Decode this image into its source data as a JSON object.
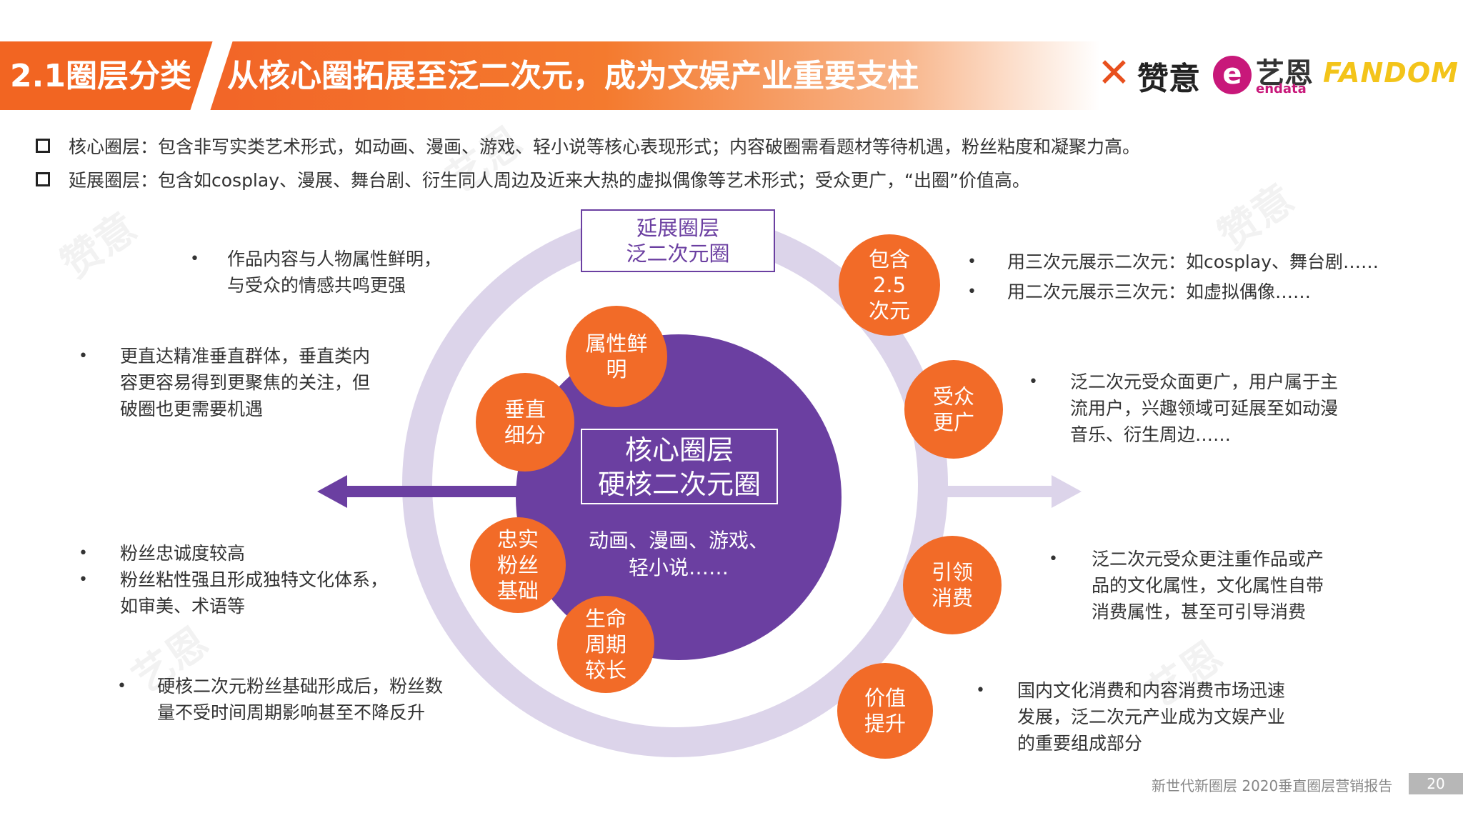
{
  "header": {
    "section": "2.1圈层分类",
    "title": "从核心圈拓展至泛二次元，成为文娱产业重要支柱"
  },
  "logos": {
    "zanyi": "赞意",
    "yien": "艺恩",
    "endata": "endata",
    "fandom": "FANDOM",
    "e_mark": "e"
  },
  "intro": [
    "核心圈层：包含非写实类艺术形式，如动画、漫画、游戏、轻小说等核心表现形式；内容破圈需看题材等待机遇，粉丝粘度和凝聚力高。",
    "延展圈层：包含如cosplay、漫展、舞台剧、衍生同人周边及近来大热的虚拟偶像等艺术形式；受众更广，“出圈”价值高。"
  ],
  "diagram": {
    "outer_label_1": "延展圈层",
    "outer_label_2": "泛二次元圈",
    "core_label_1": "核心圈层",
    "core_label_2": "硬核二次元圈",
    "core_desc_1": "动画、漫画、游戏、",
    "core_desc_2": "轻小说……",
    "inner_bubbles": [
      "属性鲜明",
      "垂直细分",
      "忠实粉丝基础",
      "生命周期较长"
    ],
    "outer_bubbles": [
      "包含2.5次元",
      "受众更广",
      "引领消费",
      "价值提升"
    ]
  },
  "left_notes": {
    "n1": [
      "作品内容与人物属性鲜明，",
      "与受众的情感共鸣更强"
    ],
    "n2": [
      "更直达精准垂直群体，垂直类内",
      "容更容易得到更聚焦的关注，但",
      "破圈也更需要机遇"
    ],
    "n3a": "粉丝忠诚度较高",
    "n3b": [
      "粉丝粘性强且形成独特文化体系，",
      "如审美、术语等"
    ],
    "n4": [
      "硬核二次元粉丝基础形成后，粉丝数",
      "量不受时间周期影响甚至不降反升"
    ]
  },
  "right_notes": {
    "r1a": "用三次元展示二次元：如cosplay、舞台剧……",
    "r1b": "用二次元展示三次元：如虚拟偶像……",
    "r2": [
      "泛二次元受众面更广，用户属于主",
      "流用户，兴趣领域可延展至如动漫",
      "音乐、衍生周边……"
    ],
    "r3": [
      "泛二次元受众更注重作品或产",
      "品的文化属性，文化属性自带",
      "消费属性，甚至可引导消费"
    ],
    "r4": [
      "国内文化消费和内容消费市场迅速",
      "发展，泛二次元产业成为文娱产业",
      "的重要组成部分"
    ]
  },
  "footer": {
    "report": "新世代新圈层 2020垂直圈层营销报告",
    "page": "20"
  },
  "colors": {
    "orange": "#f26b28",
    "purple": "#6b3fa1",
    "lavender": "#dcd4ea"
  }
}
